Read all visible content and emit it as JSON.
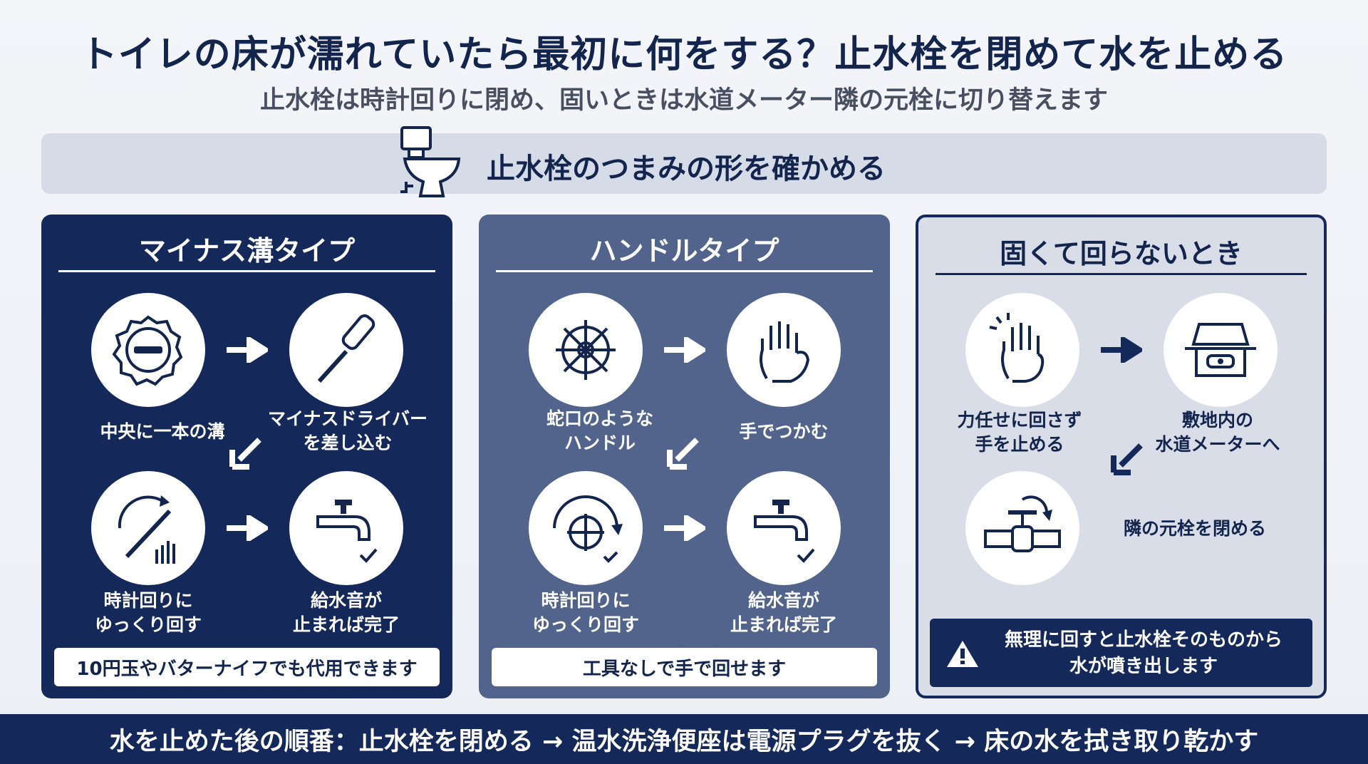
{
  "title": "トイレの床が濡れていたら最初に何をする？止水栓を閉めて水を止める",
  "subtitle": "止水栓は時計回りに閉め、固いときは水道メーター隣の元栓に切り替えます",
  "banner": {
    "icon": "toilet-icon",
    "text": "止水栓のつまみの形を確かめる"
  },
  "panels": [
    {
      "title": "マイナス溝タイプ",
      "steps": [
        "中央に一本の溝",
        "マイナスドライバーを差し込む",
        "時計回りにゆっくり回す",
        "給水音が止まれば完了"
      ],
      "step_lines": [
        [
          "中央に一本の溝"
        ],
        [
          "マイナスドライバー",
          "を差し込む"
        ],
        [
          "時計回りに",
          "ゆっくり回す"
        ],
        [
          "給水音が",
          "止まれば完了"
        ]
      ],
      "note": "10円玉やバターナイフでも代用できます"
    },
    {
      "title": "ハンドルタイプ",
      "step_lines": [
        [
          "蛇口のような",
          "ハンドル"
        ],
        [
          "手でつかむ"
        ],
        [
          "時計回りに",
          "ゆっくり回す"
        ],
        [
          "給水音が",
          "止まれば完了"
        ]
      ],
      "note": "工具なしで手で回せます"
    },
    {
      "title": "固くて回らないとき",
      "step_lines": [
        [
          "力任せに回さず",
          "手を止める"
        ],
        [
          "敷地内の",
          "水道メーターへ"
        ],
        [
          "隣の元栓を閉める"
        ]
      ],
      "warning_lines": [
        "無理に回すと止水栓そのものから",
        "水が噴き出します"
      ]
    }
  ],
  "footer": "水を止めた後の順番：止水栓を閉める → 温水洗浄便座は電源プラグを抜く → 床の水を拭き取り乾かす",
  "colors": {
    "navy": "#15285a",
    "slate": "#52648b",
    "light": "#d8dde8"
  }
}
